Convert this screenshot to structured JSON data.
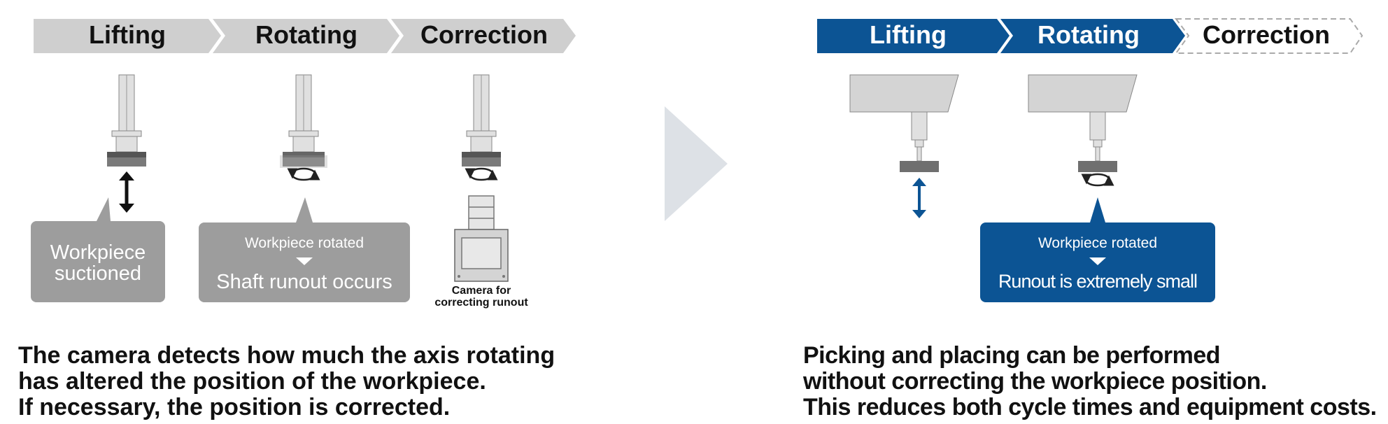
{
  "colors": {
    "gray_step": "#cfcfcf",
    "blue_step": "#0c5494",
    "bubble_gray": "#9d9d9d",
    "bubble_blue": "#0c5494",
    "part_light": "#e0e0e0",
    "part_dark": "#6f6f6f",
    "arrow_bg": "#dde1e6",
    "text": "#111111"
  },
  "left": {
    "steps": [
      "Lifting",
      "Rotating",
      "Correction"
    ],
    "bubble_suction": {
      "line1": "Workpiece",
      "line2": "suctioned"
    },
    "bubble_rotated": {
      "top": "Workpiece rotated",
      "bottom": "Shaft runout occurs"
    },
    "camera_label": {
      "line1": "Camera for",
      "line2": "correcting runout"
    },
    "caption": [
      "The camera detects how much the axis rotating",
      "has altered the position of the workpiece.",
      "If necessary, the position is corrected."
    ]
  },
  "right": {
    "steps": [
      "Lifting",
      "Rotating",
      "Correction"
    ],
    "bubble": {
      "top": "Workpiece rotated",
      "bottom": "Runout is extremely small"
    },
    "caption": [
      "Picking and placing can be performed",
      "without correcting the workpiece position.",
      "This reduces both cycle times and equipment costs."
    ]
  },
  "icons": [
    "transition-arrow-icon",
    "rotate-icon",
    "double-arrow-icon",
    "camera-icon"
  ]
}
